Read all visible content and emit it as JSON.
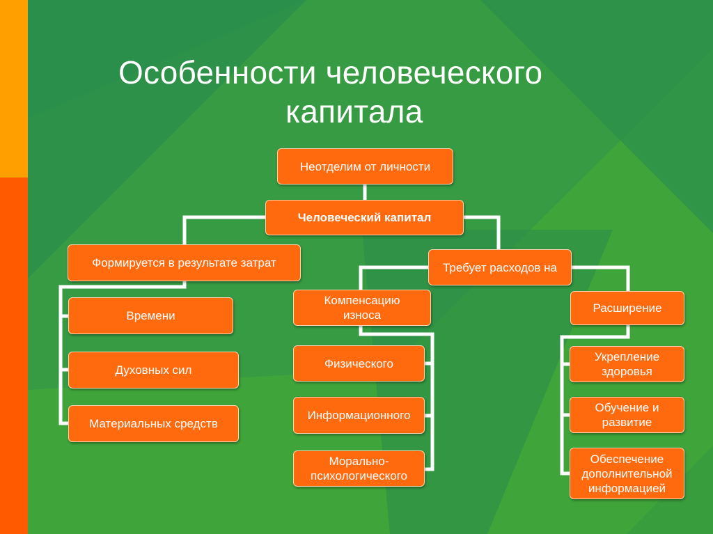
{
  "slide": {
    "title_line1": "Особенности человеческого",
    "title_line2": "капитала"
  },
  "colors": {
    "background_dark": "#2b8f4c",
    "background_light": "#3fa43a",
    "accent_orange": "#ff6a0e",
    "left_bar_top": "#ff9f00",
    "left_bar_bottom": "#ff5a00",
    "connector": "#ffffff"
  },
  "diagram": {
    "top": "Неотделим от личности",
    "center": "Человеческий капитал",
    "left": {
      "label": "Формируется в результате затрат",
      "items": [
        "Времени",
        "Духовных сил",
        "Материальных средств"
      ]
    },
    "right": {
      "label": "Требует расходов на",
      "compensation": {
        "label": "Компенсацию износа",
        "items": [
          "Физического",
          "Информационного",
          "Морально-психологического"
        ]
      },
      "expansion": {
        "label": "Расширение",
        "items": [
          "Укрепление здоровья",
          "Обучение и развитие",
          "Обеспечение дополнительной информацией"
        ]
      }
    }
  }
}
